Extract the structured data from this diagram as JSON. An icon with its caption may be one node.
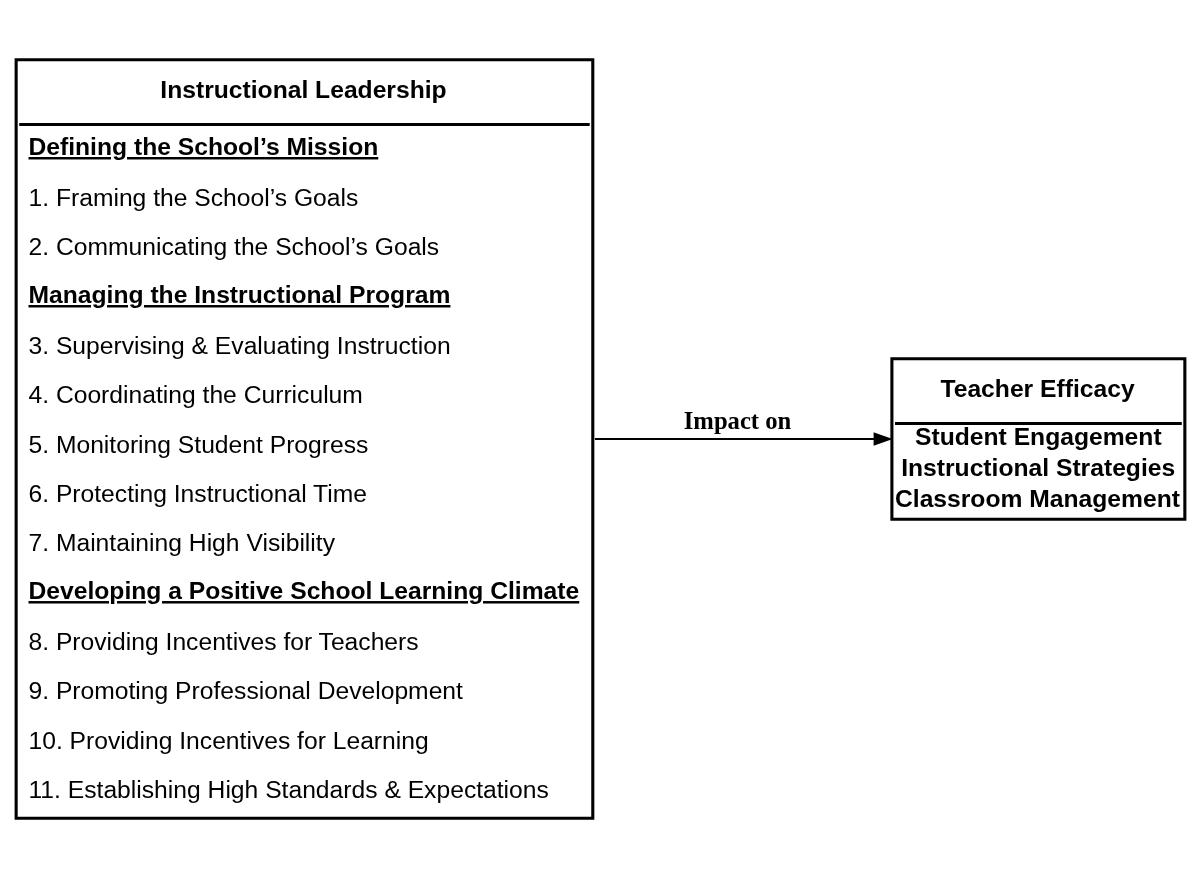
{
  "diagram": {
    "nodes": [
      {
        "text": [
          "Instructional Leadership",
          "Defining the School’s Mission",
          "1. Framing the School’s Goals",
          "2. Communicating the School’s Goals",
          "Managing the Instructional Program",
          "3. Supervising & Evaluating Instruction",
          "4. Coordinating the Curriculum",
          "5. Monitoring Student Progress",
          "6. Protecting Instructional Time",
          "7. Maintaining High Visibility",
          "Developing a Positive School Learning Climate",
          "8. Providing Incentives for Teachers",
          "9. Promoting Professional Development",
          "10. Providing Incentives for Learning",
          "11. Establishing High Standards & Expectations"
        ]
      },
      {
        "text": [
          "Teacher Efficacy",
          "Student Engagement",
          "Instructional Strategies",
          "Classroom Management"
        ]
      }
    ],
    "edges": [
      {
        "from": 0,
        "to": 1,
        "arrow": "to",
        "label": "Impact on"
      }
    ]
  }
}
